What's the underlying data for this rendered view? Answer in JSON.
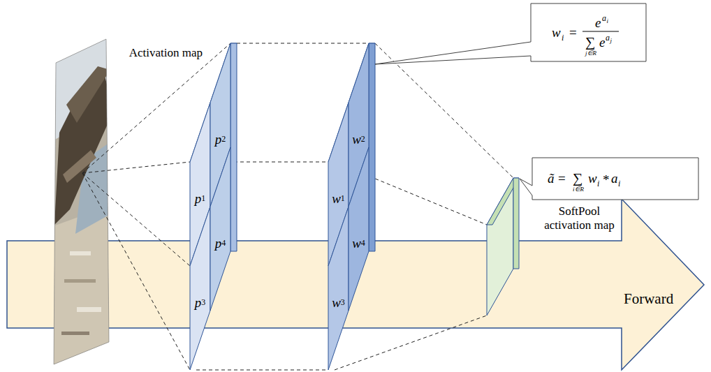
{
  "diagram": {
    "nodes": [
      {
        "text": [
          "Activation map"
        ]
      },
      {
        "text": [
          "p",
          "1"
        ],
        "in": 0
      },
      {
        "text": [
          "p",
          "2"
        ],
        "in": 0
      },
      {
        "text": [
          "p",
          "3"
        ],
        "in": 0
      },
      {
        "text": [
          "p",
          "4"
        ],
        "in": 0
      },
      {
        "text": [
          "w",
          "1"
        ]
      },
      {
        "text": [
          "w",
          "2"
        ]
      },
      {
        "text": [
          "w",
          "3"
        ]
      },
      {
        "text": [
          "w",
          "4"
        ]
      },
      {
        "text": [
          "w",
          "i",
          "=",
          "e",
          "a",
          "i",
          "∑",
          "j∈R",
          "e",
          "a",
          "j"
        ]
      },
      {
        "text": [
          "ã",
          "=",
          "∑",
          "i∈R",
          "w",
          "i",
          "*",
          "a",
          "i"
        ]
      },
      {
        "text": [
          "SoftPool activation map"
        ]
      }
    ],
    "labels": [
      "Forward"
    ]
  }
}
